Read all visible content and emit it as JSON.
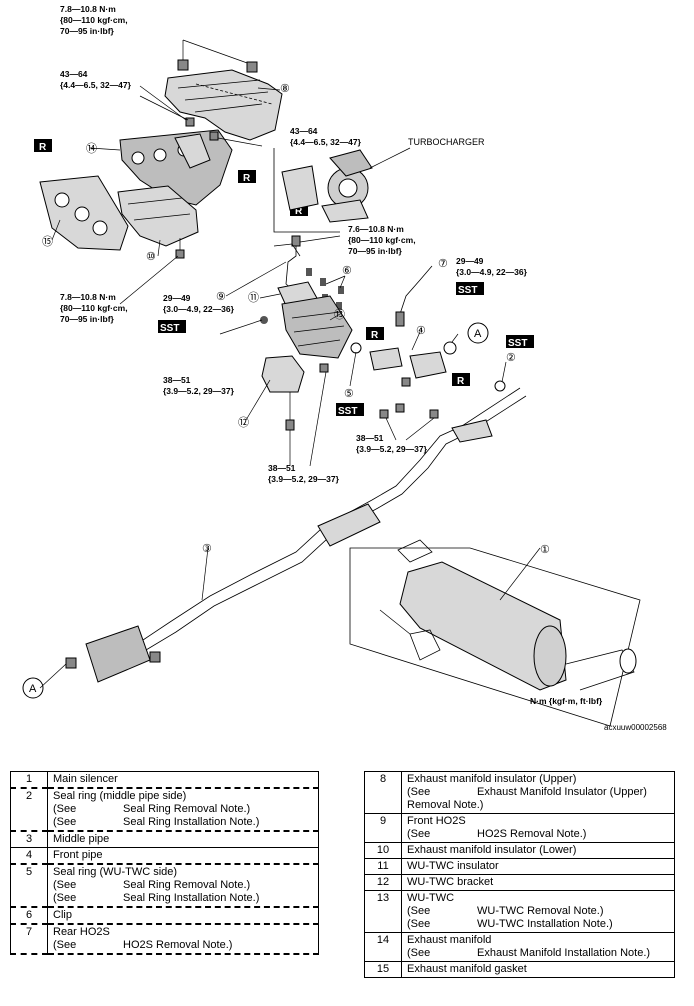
{
  "diagram": {
    "torques": {
      "t1": [
        "7.8—10.8 N·m",
        "{80—110 kgf·cm,",
        "70—95 in·lbf}"
      ],
      "t2": [
        "43—64",
        "{4.4—6.5, 32—47}"
      ],
      "t3": [
        "43—64",
        "{4.4—6.5, 32—47}"
      ],
      "t4": [
        "7.6—10.8 N·m",
        "{80—110 kgf·cm,",
        "70—95 in·lbf}"
      ],
      "t5": [
        "29—49",
        "{3.0—4.9, 22—36}"
      ],
      "t6": [
        "7.8—10.8 N·m",
        "{80—110 kgf·cm,",
        "70—95 in·lbf}"
      ],
      "t7": [
        "29—49",
        "{3.0—4.9, 22—36}"
      ],
      "t8": [
        "38—51",
        "{3.9—5.2, 29—37}"
      ],
      "t9": [
        "38—51",
        "{3.9—5.2, 29—37}"
      ],
      "t10": [
        "38—51",
        "{3.9—5.2, 29—37}"
      ]
    },
    "turbocharger_label": "TURBOCHARGER",
    "badge_r": "R",
    "badge_sst": "SST",
    "callout_a": "A",
    "callouts": [
      "①",
      "②",
      "③",
      "④",
      "⑤",
      "⑥",
      "⑦",
      "⑧",
      "⑨",
      "⑩",
      "⑪",
      "⑫",
      "⑬",
      "⑭",
      "⑮"
    ],
    "units_note": "N·m {kgf·m, ft·lbf}",
    "figure_id": "acxuuw00002568"
  },
  "table_left": [
    {
      "num": "1",
      "lines": [
        "Main silencer"
      ],
      "dashed": false
    },
    {
      "num": "2",
      "lines": [
        "Seal ring (middle pipe side)"
      ],
      "notes": [
        [
          "(See",
          "Seal Ring Removal Note.)"
        ],
        [
          "(See",
          "Seal Ring Installation Note.)"
        ]
      ],
      "dashed": true
    },
    {
      "num": "3",
      "lines": [
        "Middle pipe"
      ],
      "dashed": false
    },
    {
      "num": "4",
      "lines": [
        "Front pipe"
      ],
      "dashed": false
    },
    {
      "num": "5",
      "lines": [
        "Seal ring (WU-TWC side)"
      ],
      "notes": [
        [
          "(See",
          "Seal Ring Removal Note.)"
        ],
        [
          "(See",
          "Seal Ring Installation Note.)"
        ]
      ],
      "dashed": true
    },
    {
      "num": "6",
      "lines": [
        "Clip"
      ],
      "dashed": false
    },
    {
      "num": "7",
      "lines": [
        "Rear HO2S"
      ],
      "notes": [
        [
          "(See",
          "HO2S Removal Note.)"
        ]
      ],
      "dashed": true
    }
  ],
  "table_right": [
    {
      "num": "8",
      "lines": [
        "Exhaust manifold insulator (Upper)"
      ],
      "notes": [
        [
          "(See",
          "Exhaust Manifold Insulator (Upper)"
        ]
      ],
      "tail": "Removal Note.)"
    },
    {
      "num": "9",
      "lines": [
        "Front HO2S"
      ],
      "notes": [
        [
          "(See",
          "HO2S Removal Note.)"
        ]
      ]
    },
    {
      "num": "10",
      "lines": [
        "Exhaust manifold insulator (Lower)"
      ]
    },
    {
      "num": "11",
      "lines": [
        "WU-TWC insulator"
      ]
    },
    {
      "num": "12",
      "lines": [
        "WU-TWC bracket"
      ]
    },
    {
      "num": "13",
      "lines": [
        "WU-TWC"
      ],
      "notes": [
        [
          "(See",
          "WU-TWC Removal Note.)"
        ],
        [
          "(See",
          "WU-TWC Installation Note.)"
        ]
      ]
    },
    {
      "num": "14",
      "lines": [
        "Exhaust manifold"
      ],
      "notes": [
        [
          "(See",
          "Exhaust Manifold Installation Note.)"
        ]
      ]
    },
    {
      "num": "15",
      "lines": [
        "Exhaust manifold gasket"
      ]
    }
  ]
}
